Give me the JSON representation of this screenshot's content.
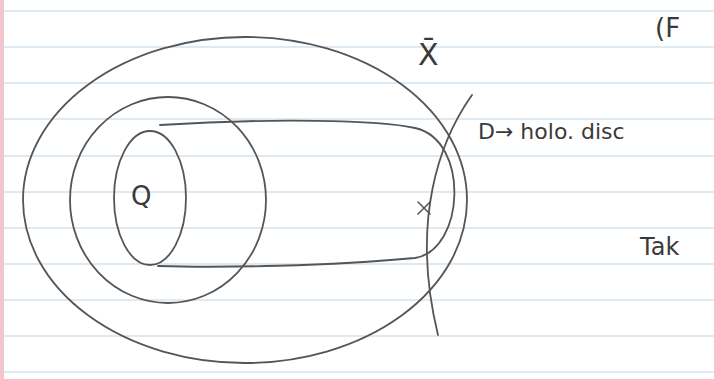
{
  "diagram": {
    "nodes": [
      {
        "text": [
          "X̄"
        ]
      },
      {
        "text": [
          "Q"
        ],
        "in": 0
      }
    ],
    "labels": [
      "(F",
      "D→ holo. disc",
      "Tak"
    ]
  }
}
